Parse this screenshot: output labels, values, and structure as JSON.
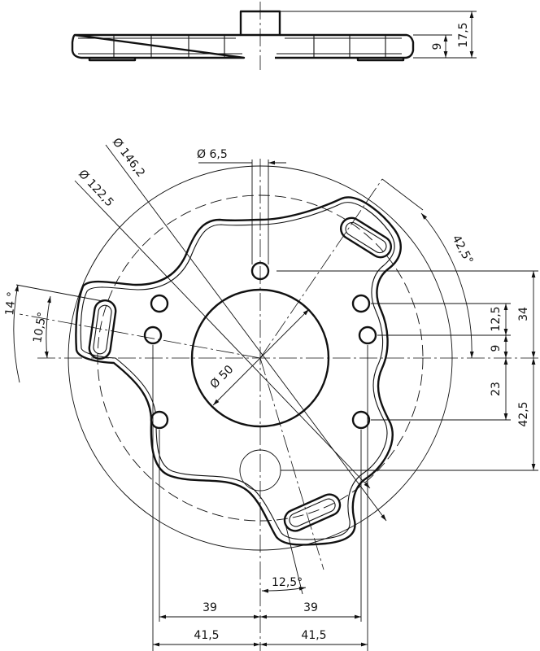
{
  "side_view": {
    "dim_total_height": "17,5",
    "dim_plate_thickness": "9"
  },
  "top_view": {
    "dim_hole_diameter": "Ø 6,5",
    "dim_diameter_outer": "Ø 146,2",
    "dim_diameter_dashed": "Ø 122,5",
    "dim_center_bore": "Ø 50",
    "dim_angle_top_right": "42,5°",
    "dim_angle_left_outer": "14 °",
    "dim_angle_left_inner": "10,5°",
    "dim_angle_bottom": "12,5°",
    "dim_right_12_5": "12,5",
    "dim_right_9": "9",
    "dim_right_23": "23",
    "dim_right_34": "34",
    "dim_right_42_5": "42,5",
    "dim_bottom_left_39": "39",
    "dim_bottom_right_39": "39",
    "dim_bottom_left_41_5": "41,5",
    "dim_bottom_right_41_5": "41,5"
  }
}
